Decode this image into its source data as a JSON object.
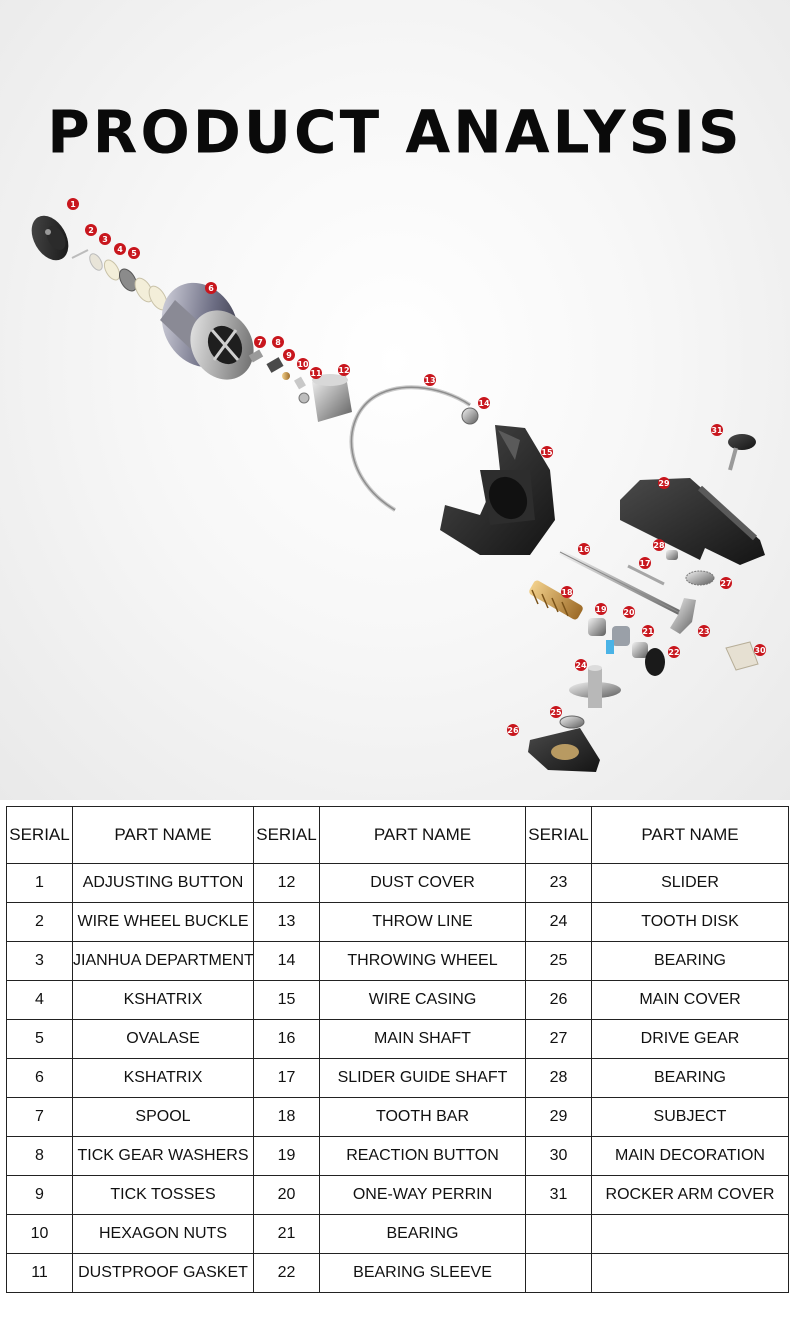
{
  "title": "PRODUCT ANALYSIS",
  "callouts": [
    "1",
    "2",
    "3",
    "4",
    "5",
    "6",
    "7",
    "8",
    "9",
    "10",
    "11",
    "12",
    "13",
    "14",
    "15",
    "16",
    "17",
    "18",
    "19",
    "20",
    "21",
    "22",
    "23",
    "24",
    "25",
    "26",
    "27",
    "28",
    "29",
    "30",
    "31"
  ],
  "table": {
    "headers": [
      "SERIAL",
      "PART NAME",
      "SERIAL",
      "PART NAME",
      "SERIAL",
      "PART NAME"
    ],
    "rows": [
      [
        "1",
        "ADJUSTING BUTTON",
        "12",
        "DUST COVER",
        "23",
        "SLIDER"
      ],
      [
        "2",
        "WIRE WHEEL BUCKLE",
        "13",
        "THROW LINE",
        "24",
        "TOOTH DISK"
      ],
      [
        "3",
        "JIANHUA DEPARTMENT",
        "14",
        "THROWING WHEEL",
        "25",
        "BEARING"
      ],
      [
        "4",
        "KSHATRIX",
        "15",
        "WIRE CASING",
        "26",
        "MAIN COVER"
      ],
      [
        "5",
        "OVALASE",
        "16",
        "MAIN SHAFT",
        "27",
        "DRIVE GEAR"
      ],
      [
        "6",
        "KSHATRIX",
        "17",
        "SLIDER GUIDE SHAFT",
        "28",
        "BEARING"
      ],
      [
        "7",
        "SPOOL",
        "18",
        "TOOTH BAR",
        "29",
        "SUBJECT"
      ],
      [
        "8",
        "TICK GEAR WASHERS",
        "19",
        "REACTION BUTTON",
        "30",
        "MAIN DECORATION"
      ],
      [
        "9",
        "TICK TOSSES",
        "20",
        "ONE-WAY PERRIN",
        "31",
        "ROCKER ARM COVER"
      ],
      [
        "10",
        "HEXAGON NUTS",
        "21",
        "BEARING",
        "",
        ""
      ],
      [
        "11",
        "DUSTPROOF GASKET",
        "22",
        "BEARING SLEEVE",
        "",
        ""
      ]
    ]
  },
  "colors": {
    "callout_red": "#c8161d",
    "text": "#111111",
    "border": "#222222"
  }
}
